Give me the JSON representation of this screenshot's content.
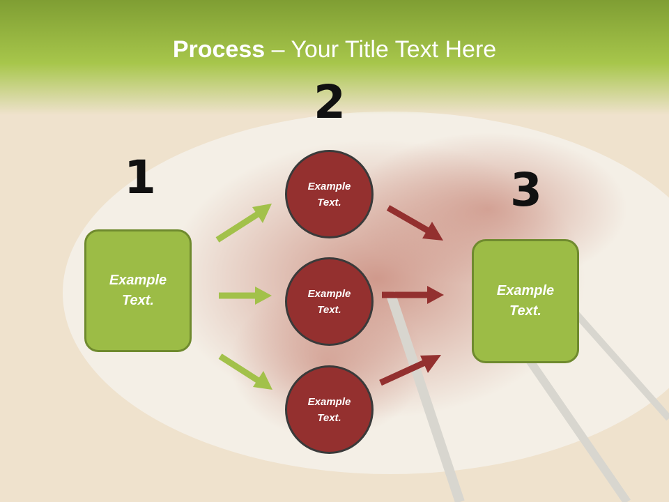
{
  "slide": {
    "title_bold": "Process",
    "title_rest": " – Your Title Text Here",
    "steps": [
      {
        "number": "1",
        "text": "Example\nText."
      },
      {
        "number": "2"
      },
      {
        "number": "3",
        "text": "Example\nText."
      }
    ],
    "circles": [
      {
        "text": "Example\nText."
      },
      {
        "text": "Example\nText."
      },
      {
        "text": "Example\nText."
      }
    ]
  },
  "colors": {
    "header_green": "#a6c54a",
    "box_green": "#9cbc46",
    "circle_red": "#94302f",
    "arrow_green": "#a2c14a",
    "arrow_red": "#93302f"
  }
}
